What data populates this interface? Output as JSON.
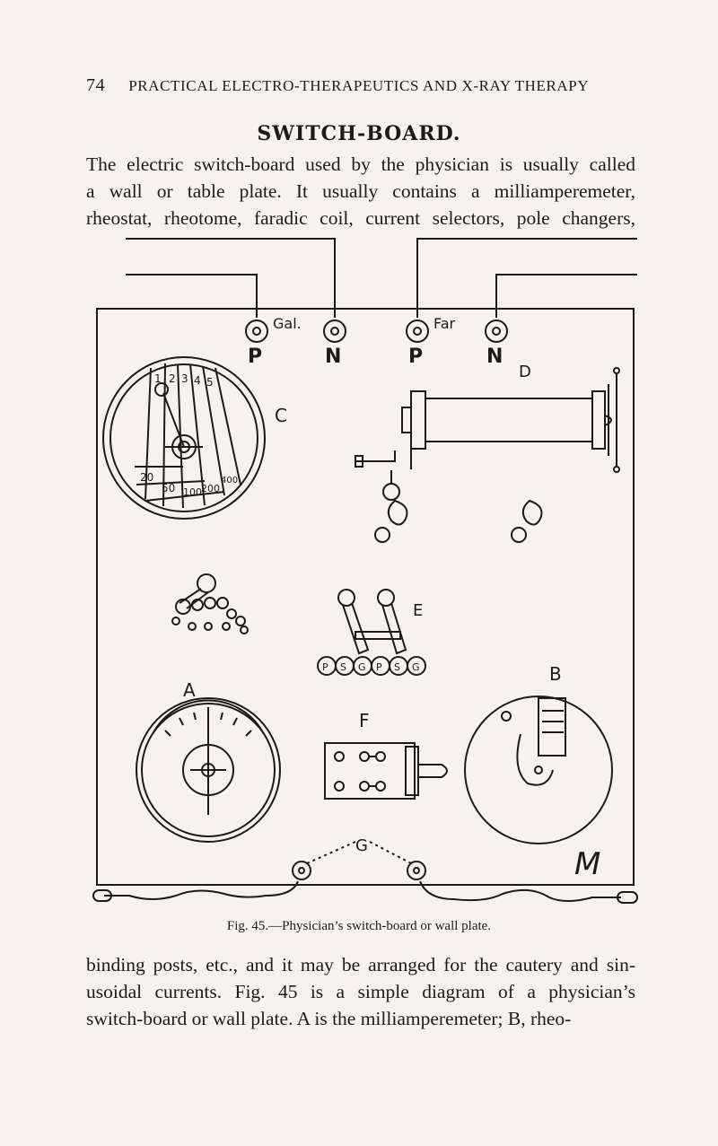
{
  "running_head": {
    "page_number": "74",
    "title": "PRACTICAL ELECTRO-THERAPEUTICS AND X-RAY THERAPY"
  },
  "section_title": "SWITCH-BOARD.",
  "paragraph_1": [
    "The electric switch-board used by the physician is usually called",
    "a wall or table plate. It usually contains a milliamperemeter,",
    "rheostat, rheotome, faradic coil, current selectors, pole changers,"
  ],
  "figure": {
    "terminal_labels": [
      "Gal.",
      "Far"
    ],
    "pole_labels": [
      "P",
      "N",
      "P",
      "N"
    ],
    "part_labels": {
      "c": "C",
      "d": "D",
      "e": "E",
      "a": "A",
      "f": "F",
      "b": "B",
      "g": "G"
    },
    "rheostat_scale": [
      "1",
      "2",
      "3",
      "4",
      "5",
      "20",
      "50",
      "100",
      "200",
      "400"
    ],
    "selector_post_letters": [
      "P",
      "S",
      "G",
      "P",
      "S",
      "G"
    ],
    "monogram": "M",
    "caption": "Fig. 45.—Physician’s switch-board or wall plate."
  },
  "paragraph_2": [
    "binding posts, etc., and it may be arranged for the cautery and sin-",
    "usoidal currents. Fig. 45 is a simple diagram of a physician’s",
    "switch-board or wall plate. A is the milliamperemeter; B, rheo-"
  ]
}
